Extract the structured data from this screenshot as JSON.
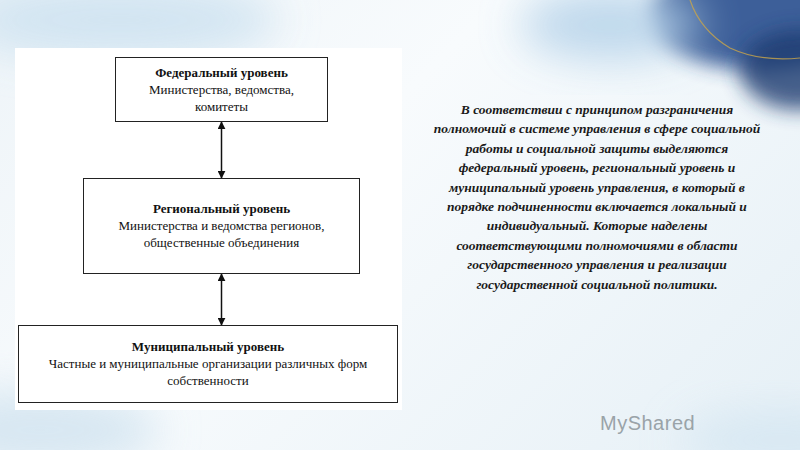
{
  "diagram": {
    "nodes": [
      {
        "text": [
          "Федеральный уровень",
          "Министерства, ведомства, комитеты"
        ]
      },
      {
        "text": [
          "Региональный уровень",
          "Министерства и ведомства регионов, общественные объединения"
        ]
      },
      {
        "text": [
          "Муниципальный уровень",
          "Частные и муниципальные организации различных форм собственности"
        ]
      }
    ],
    "edges": [
      {
        "from": 0,
        "to": 1,
        "arrow": "both"
      },
      {
        "from": 1,
        "to": 2,
        "arrow": "both"
      }
    ],
    "labels": [
      "В соответствии с принципом разграничения полномочий в системе управления в сфере социальной работы и социальной защиты выделяются федеральный уровень, региональный уровень и муниципальный уровень управления, в который в порядке подчиненности включается локальный и индивидуальный. Которые наделены соответствующими полномочиями в области государственного управления и реализации государственной социальной политики.",
      "MyShared"
    ]
  }
}
